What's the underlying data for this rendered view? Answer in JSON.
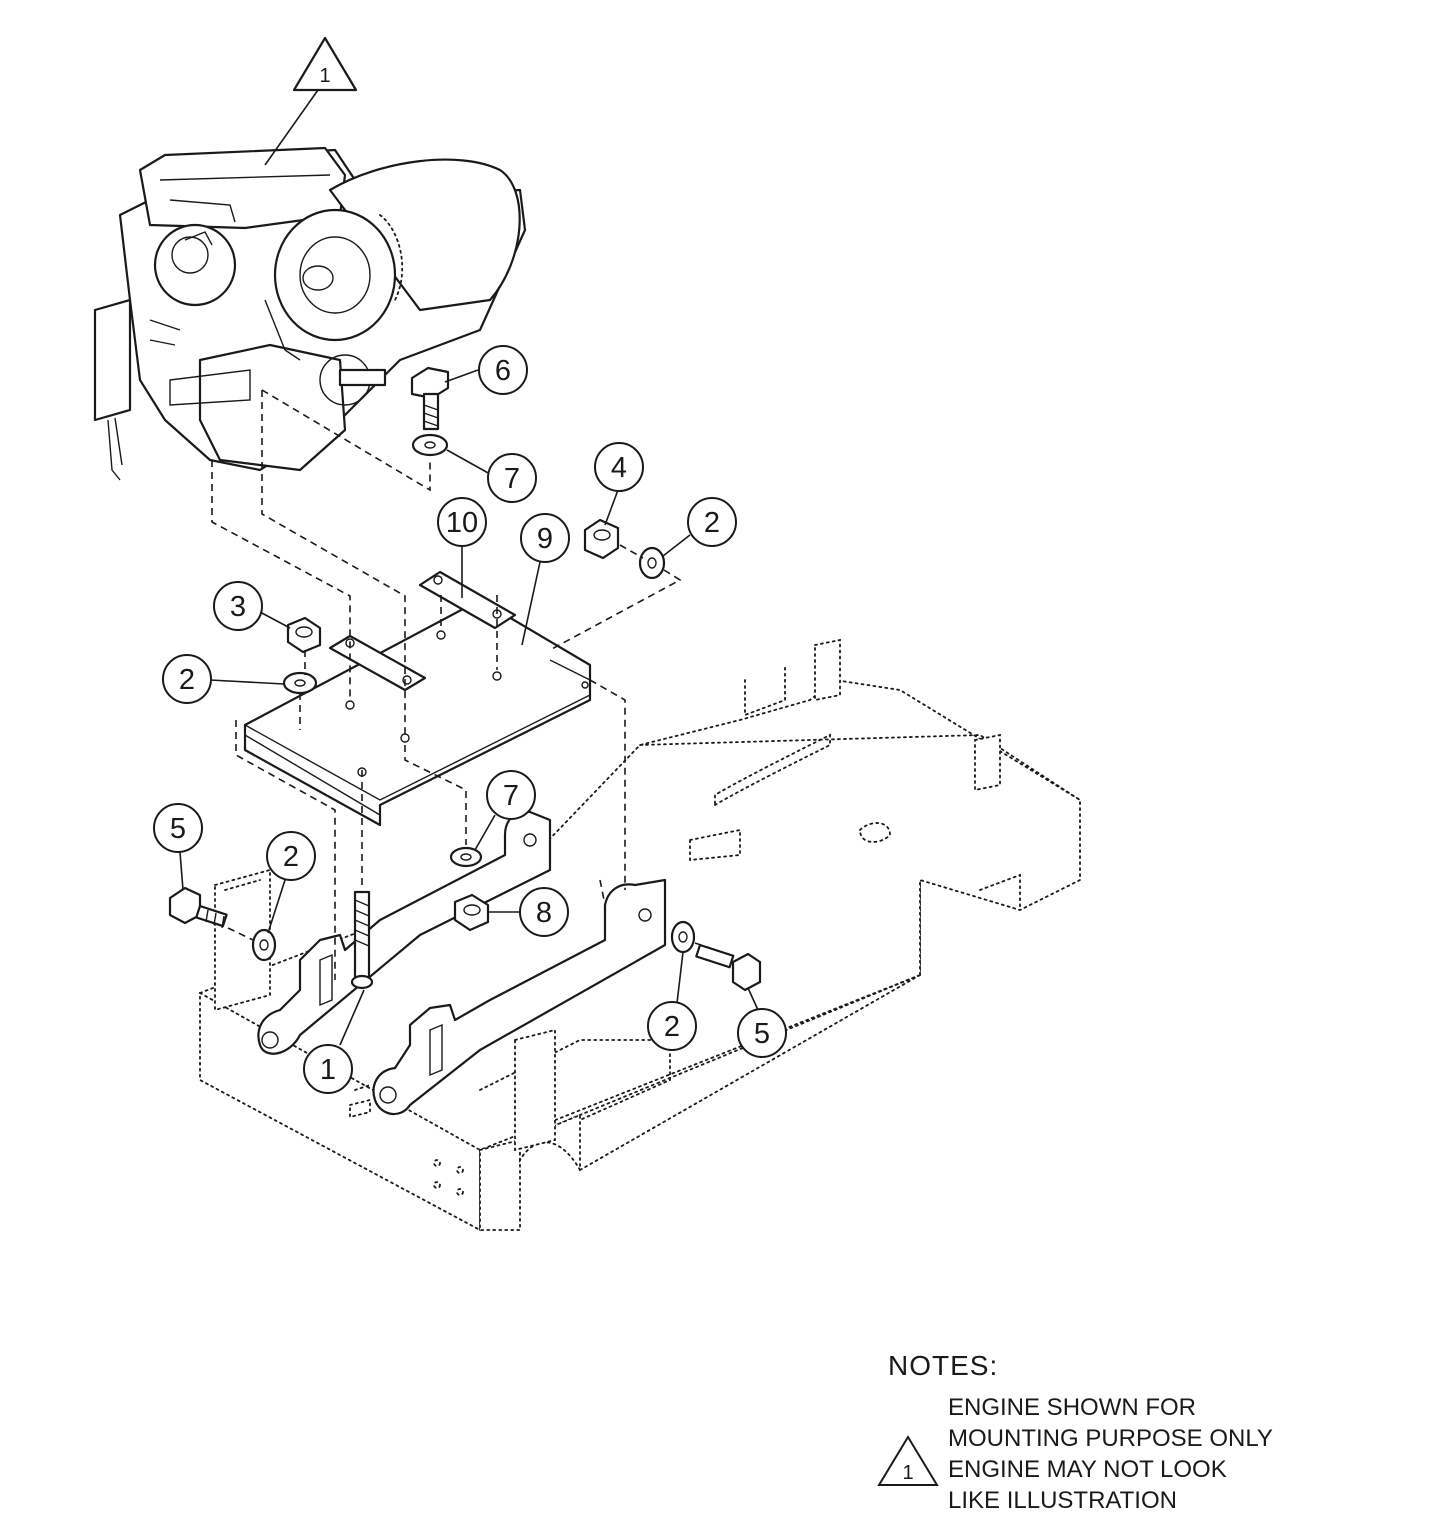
{
  "diagram": {
    "triangle_marker": "1",
    "callouts": [
      "1",
      "2",
      "2",
      "2",
      "2",
      "3",
      "4",
      "5",
      "5",
      "6",
      "7",
      "7",
      "8",
      "9",
      "10"
    ]
  },
  "notes": {
    "heading": "NOTES:",
    "marker": "1",
    "lines": [
      "ENGINE SHOWN FOR",
      "MOUNTING PURPOSE ONLY",
      "ENGINE MAY NOT LOOK",
      "LIKE ILLUSTRATION"
    ]
  }
}
